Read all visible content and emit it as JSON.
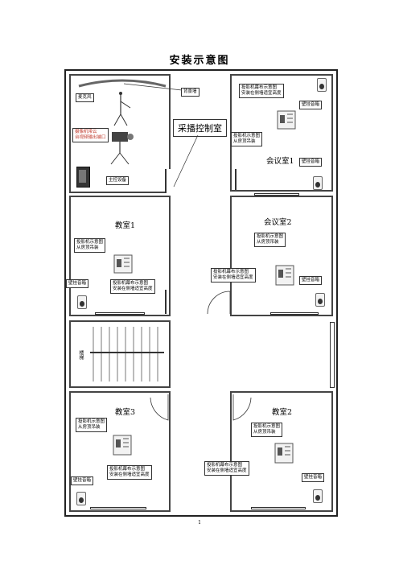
{
  "page": {
    "title": "安装示意图",
    "page_number": "1"
  },
  "labels": {
    "background_wall": "背景墙",
    "microphone": "麦克风",
    "camera_a": "摄像机带云",
    "camera_b": "台视频输出端口",
    "control_room": "采播控制室",
    "main_equipment": "主控设备",
    "projector_ceiling_a": "投影机示意图",
    "projector_ceiling_b": "从房顶吊装",
    "screen_a": "投影机幕布示意图",
    "screen_b": "安装在侧墙适宜高度",
    "wall_speaker": "壁挂音箱",
    "stairs": "楼梯"
  },
  "rooms": {
    "meeting_1": "会议室1",
    "meeting_2": "会议室2",
    "classroom_1": "教室1",
    "classroom_2": "教室2",
    "classroom_3": "教室3"
  },
  "icons": {
    "speaker": "wall-speaker-icon",
    "projector": "projector-icon",
    "camera": "camera-tripod-icon",
    "cabinet": "server-cabinet-icon",
    "door": "door-swing-icon"
  }
}
